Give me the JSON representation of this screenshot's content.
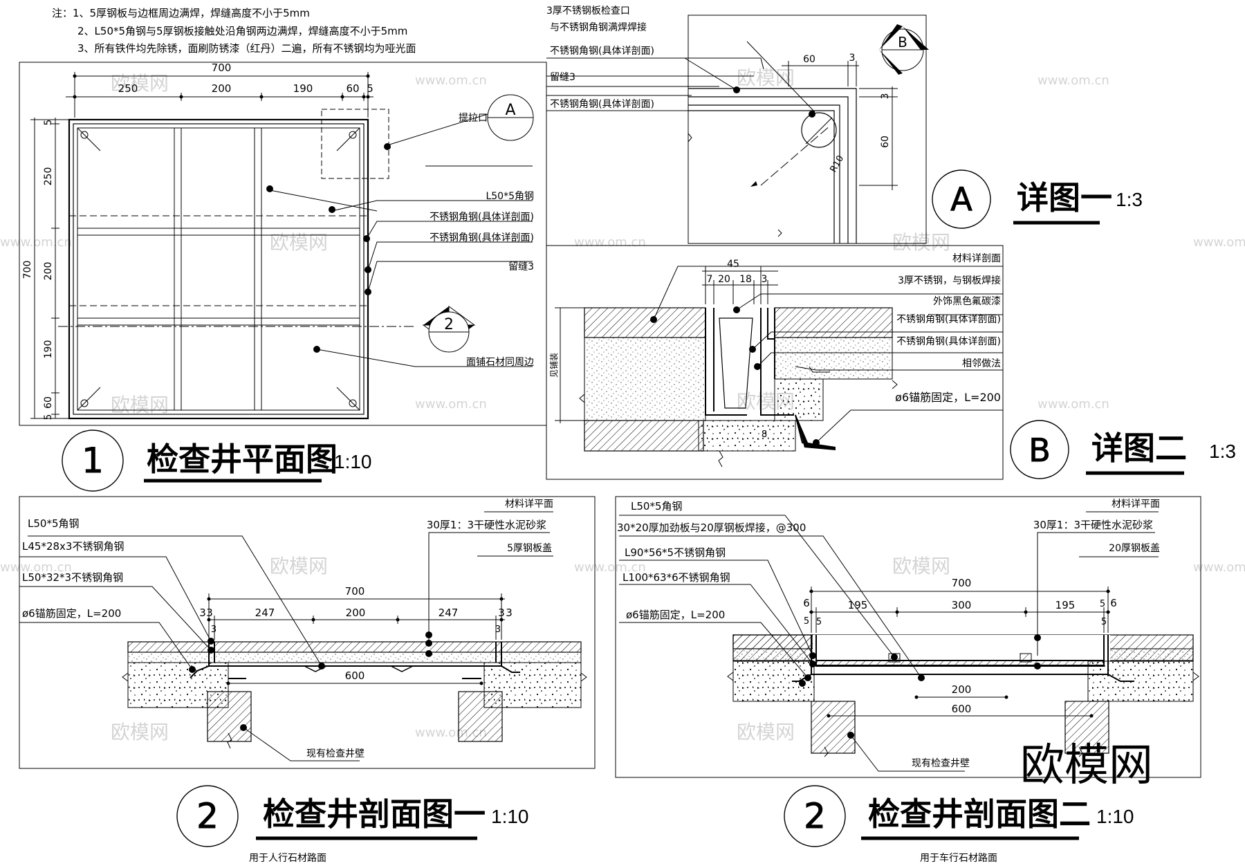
{
  "notes": [
    "注：1、5厚钢板与边框周边满焊，焊缝高度不小于5mm",
    "2、L50*5角钢与5厚钢板接触处沿角钢两边满焊，焊缝高度不小于5mm",
    "3、所有铁件均先除锈，面刷防锈漆（红丹）二遍，所有不锈钢均为哑光面"
  ],
  "plan": {
    "title": "检查井平面图",
    "scale": "1:10",
    "number": "1",
    "dims_top_total": "700",
    "dims_top": [
      "250",
      "200",
      "190",
      "60",
      "5"
    ],
    "dims_left_total": "700",
    "dims_left": [
      "5",
      "250",
      "200",
      "190",
      "60",
      "5"
    ],
    "ref_a": "A",
    "ref_2": "2",
    "labels": [
      "提拉口",
      "L50*5角钢",
      "不锈钢角钢(具体详剖面)",
      "不锈钢角钢(具体详剖面)",
      "留缝3",
      "面铺石材同周边"
    ]
  },
  "detail1": {
    "title": "详图一",
    "scale": "1:3",
    "circle": "A",
    "ref_b": "B",
    "labels": [
      "3厚不锈钢板检查口",
      "与不锈钢角钢满焊焊接",
      "不锈钢角钢(具体详剖面)",
      "留缝3",
      "不锈钢角钢(具体详剖面)"
    ],
    "dims": [
      "60",
      "3",
      "3",
      "60",
      "R10"
    ]
  },
  "detail2": {
    "title": "详图二",
    "scale": "1:3",
    "circle": "B",
    "dims": [
      "45",
      "7",
      "20",
      "18",
      "3",
      "8"
    ],
    "side_label": "见铺装",
    "labels": [
      "材料详剖面",
      "3厚不锈钢，与钢板焊接",
      "外饰黑色氟碳漆",
      "不锈钢角钢(具体详剖面)",
      "不锈钢角钢(具体详剖面)",
      "相邻做法",
      "ø6锚筋固定，L=200"
    ]
  },
  "section1": {
    "title": "检查井剖面图一",
    "scale": "1:10",
    "number": "2",
    "subtitle": "用于人行石材路面",
    "left_labels": [
      "L50*5角钢",
      "L45*28x3不锈钢角钢",
      "L50*32*3不锈钢角钢",
      "ø6锚筋固定，L=200"
    ],
    "right_labels": [
      "材料详平面",
      "30厚1：3干硬性水泥砂浆",
      "5厚钢板盖"
    ],
    "dims_total": "700",
    "dims": [
      "3",
      "3",
      "247",
      "200",
      "247",
      "3",
      "3"
    ],
    "dim_3_lower": [
      "3",
      "3"
    ],
    "dim_600": "600",
    "wall_label": "现有检查井壁"
  },
  "section2": {
    "title": "检查井剖面图二",
    "scale": "1:10",
    "number": "2",
    "subtitle": "用于车行石材路面",
    "left_labels": [
      "L50*5角钢",
      "30*20厚加劲板与20厚钢板焊接，@300",
      "L90*56*5不锈钢角钢",
      "L100*63*6不锈钢角钢",
      "ø6锚筋固定，L=200"
    ],
    "right_labels": [
      "材料详平面",
      "30厚1：3干硬性水泥砂浆",
      "20厚钢板盖"
    ],
    "dims_total": "700",
    "dims": [
      "6",
      "5",
      "195",
      "300",
      "195",
      "5",
      "6"
    ],
    "dim_5_lower": [
      "5",
      "5"
    ],
    "dim_200": "200",
    "dim_600": "600",
    "wall_label": "现有检查井壁"
  },
  "watermark": {
    "logo": "欧模网",
    "url": "www.om.cn",
    "brand": "欧模网"
  }
}
